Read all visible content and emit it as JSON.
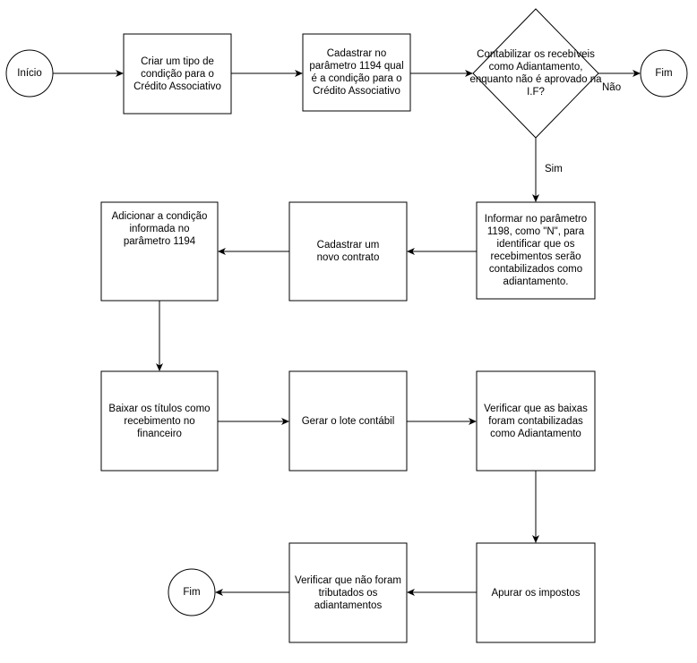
{
  "nodes": {
    "start": "Início",
    "create_condition": "Criar um tipo de condição para o Crédito Associativo",
    "register_param": "Cadastrar no parâmetro 1194 qual é a condição para o Crédito Associativo",
    "decision": "Contabilizar os recebíveis como Adiantamento, enquanto não é aprovado na I.F?",
    "end_top": "Fim",
    "inform_param": "Informar no parâmetro 1198, como \"N\", para identificar que os recebimentos serão contabilizados como adiantamento.",
    "new_contract": "Cadastrar um novo contrato",
    "add_condition": "Adicionar a condição informada no parâmetro 1194",
    "download_titles": "Baixar os títulos como recebimento no financeiro",
    "generate_batch": "Gerar o lote contábil",
    "verify_downloads": "Verificar que as baixas foram contabilizadas como Adiantamento",
    "calculate_taxes": "Apurar os impostos",
    "verify_not_taxed": "Verificar que não foram tributados os adiantamentos",
    "end_bottom": "Fim"
  },
  "edge_labels": {
    "no": "Não",
    "yes": "Sim"
  }
}
